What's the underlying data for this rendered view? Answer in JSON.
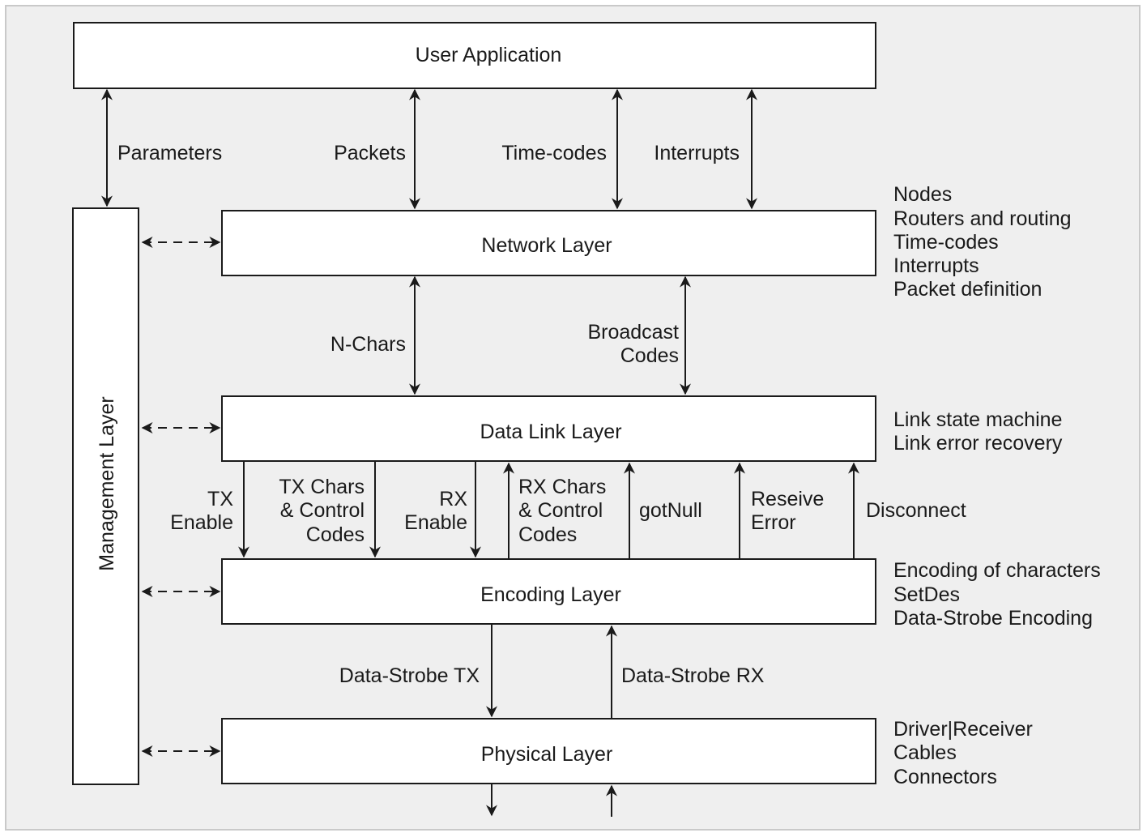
{
  "layers": {
    "user_application": "User Application",
    "management": "Management Layer",
    "network": "Network Layer",
    "data_link": "Data Link Layer",
    "encoding": "Encoding Layer",
    "physical": "Physical Layer"
  },
  "links": {
    "parameters": "Parameters",
    "packets": "Packets",
    "time_codes": "Time-codes",
    "interrupts": "Interrupts",
    "n_chars": "N-Chars",
    "broadcast_codes": [
      "Broadcast",
      "Codes"
    ],
    "tx_enable": [
      "TX",
      "Enable"
    ],
    "tx_chars": [
      "TX Chars",
      "& Control",
      "Codes"
    ],
    "rx_enable": [
      "RX",
      "Enable"
    ],
    "rx_chars": [
      "RX Chars",
      "& Control",
      "Codes"
    ],
    "got_null": "gotNull",
    "receive_error": [
      "Reseive",
      "Error"
    ],
    "disconnect": "Disconnect",
    "ds_tx": "Data-Strobe TX",
    "ds_rx": "Data-Strobe RX"
  },
  "notes": {
    "network": [
      "Nodes",
      "Routers and routing",
      "Time-codes",
      "Interrupts",
      "Packet definition"
    ],
    "data_link": [
      "Link state machine",
      "Link error recovery"
    ],
    "encoding": [
      "Encoding of characters",
      "SetDes",
      "Data-Strobe Encoding"
    ],
    "physical": [
      "Driver|Receiver",
      "Cables",
      "Connectors"
    ]
  }
}
